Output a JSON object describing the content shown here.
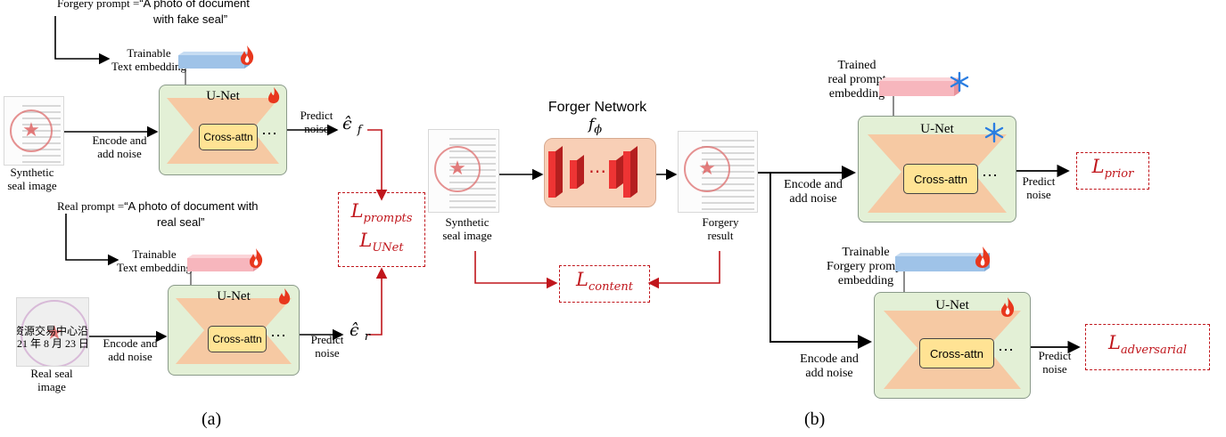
{
  "panel_a": {
    "caption": "(a)",
    "forgery_prompt_prefix": "Forgery prompt =",
    "forgery_prompt_text_line1": "“A photo of document",
    "forgery_prompt_text_line2": "with fake seal”",
    "real_prompt_prefix": "Real prompt =",
    "real_prompt_text_line1": "“A photo of document with",
    "real_prompt_text_line2": "real seal”",
    "trainable_text_embedding_top_line1": "Trainable",
    "trainable_text_embedding_top_line2": "Text embedding",
    "trainable_text_embedding_bottom_line1": "Trainable",
    "trainable_text_embedding_bottom_line2": "Text embedding",
    "unet_top_label": "U-Net",
    "unet_bottom_label": "U-Net",
    "cross_attn_top": "Cross-attn",
    "cross_attn_bottom": "Cross-attn",
    "dots_top": "⋯",
    "dots_bottom": "⋯",
    "encode_top_line1": "Encode and",
    "encode_top_line2": "add noise",
    "encode_bottom_line1": "Encode and",
    "encode_bottom_line2": "add noise",
    "predict_top_line1": "Predict",
    "predict_top_line2": "noise",
    "predict_bottom_line1": "Predict",
    "predict_bottom_line2": "noise",
    "eps_f": "ϵ̂",
    "eps_f_sub": "f",
    "eps_r": "ϵ̂",
    "eps_r_sub": "r",
    "synthetic_label_line1": "Synthetic",
    "synthetic_label_line2": "seal image",
    "real_seal_label_line1": "Real seal",
    "real_seal_label_line2": "image",
    "real_seal_doc_line1": "资源交易中心沿",
    "real_seal_doc_line2": "21 年 8 月 23 日",
    "loss_prompts": "L",
    "loss_prompts_sub": "prompts",
    "loss_unet": "L",
    "loss_unet_sub": "UNet"
  },
  "panel_b": {
    "caption": "(b)",
    "forger_title_line1": "Forger Network",
    "forger_title_line2": "f",
    "forger_title_sub": "ϕ",
    "forger_dots": "⋯",
    "synthetic_label_line1": "Synthetic",
    "synthetic_label_line2": "seal image",
    "forgery_result_line1": "Forgery",
    "forgery_result_line2": "result",
    "loss_content": "L",
    "loss_content_sub": "content",
    "trained_prompt_line1": "Trained",
    "trained_prompt_line2": "real prompt",
    "trained_prompt_line3": "embedding",
    "trainable_forgery_line1": "Trainable",
    "trainable_forgery_line2": "Forgery prompt",
    "trainable_forgery_line3": "embedding",
    "unet_top_label": "U-Net",
    "unet_bottom_label": "U-Net",
    "cross_attn_top": "Cross-attn",
    "cross_attn_bottom": "Cross-attn",
    "dots_top": "⋯",
    "dots_bottom": "⋯",
    "encode_top_line1": "Encode and",
    "encode_top_line2": "add noise",
    "encode_bottom_line1": "Encode and",
    "encode_bottom_line2": "add noise",
    "predict_top_line1": "Predict",
    "predict_top_line2": "noise",
    "predict_bottom_line1": "Predict",
    "predict_bottom_line2": "noise",
    "loss_prior": "L",
    "loss_prior_sub": "prior",
    "loss_adversarial": "L",
    "loss_adversarial_sub": "adversarial"
  },
  "colors": {
    "unet_fill": "#e3f0d6",
    "funnel_fill": "#f6c9a3",
    "cross_attn_fill": "#ffe394",
    "embedding_blue": "#9fc3e8",
    "embedding_pink": "#f7b6bd",
    "loss_red": "#c0161c",
    "forger_bg": "#f8cfb6",
    "forger_block": "#ee3434"
  },
  "icons": [
    "fire-icon",
    "snowflake-icon"
  ]
}
